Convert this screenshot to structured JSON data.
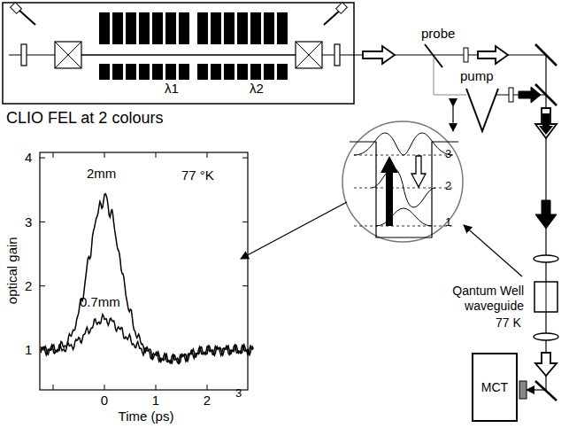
{
  "diagram": {
    "nodes": [
      {
        "text": [
          "CLIO FEL at 2 colours"
        ]
      },
      {
        "text": [
          "MCT"
        ]
      }
    ],
    "labels": [
      "λ1",
      "λ2",
      "probe",
      "pump",
      "Qantum Well waveguide",
      "77 K",
      "3",
      "2",
      "1",
      "optical gain",
      "4",
      "3",
      "2",
      "1",
      "0",
      "1",
      "2",
      "Time (ps)",
      "2mm",
      "0.7mm",
      "77 °K",
      "3"
    ]
  }
}
